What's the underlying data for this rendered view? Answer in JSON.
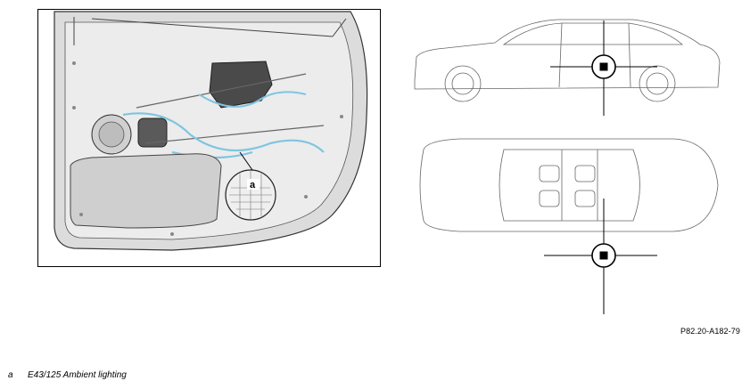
{
  "figure": {
    "reference_code": "P82.20-A182-79",
    "callout_letter": "a"
  },
  "legend": [
    {
      "key": "a",
      "description": "E43/125 Ambient lighting"
    }
  ],
  "colors": {
    "line": "#000000",
    "panel_fill": "#e6e6e6",
    "panel_dark": "#4a4a4a",
    "cable_blue": "#7fc4e0"
  }
}
